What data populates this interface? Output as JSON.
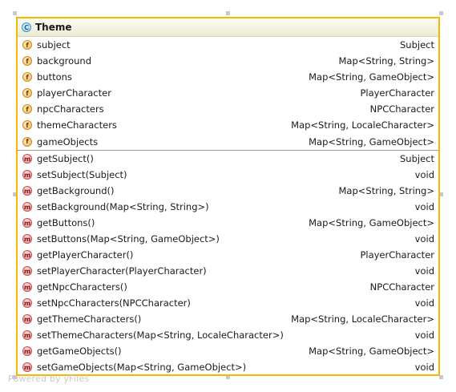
{
  "class": {
    "stereotype_icon": "C",
    "name": "Theme",
    "field_icon": "f",
    "method_icon": "m",
    "fields": [
      {
        "name": "subject",
        "type": "Subject"
      },
      {
        "name": "background",
        "type": "Map<String, String>"
      },
      {
        "name": "buttons",
        "type": "Map<String, GameObject>"
      },
      {
        "name": "playerCharacter",
        "type": "PlayerCharacter"
      },
      {
        "name": "npcCharacters",
        "type": "NPCCharacter"
      },
      {
        "name": "themeCharacters",
        "type": "Map<String, LocaleCharacter>"
      },
      {
        "name": "gameObjects",
        "type": "Map<String, GameObject>"
      }
    ],
    "methods": [
      {
        "name": "getSubject()",
        "type": "Subject"
      },
      {
        "name": "setSubject(Subject)",
        "type": "void"
      },
      {
        "name": "getBackground()",
        "type": "Map<String, String>"
      },
      {
        "name": "setBackground(Map<String, String>)",
        "type": "void"
      },
      {
        "name": "getButtons()",
        "type": "Map<String, GameObject>"
      },
      {
        "name": "setButtons(Map<String, GameObject>)",
        "type": "void"
      },
      {
        "name": "getPlayerCharacter()",
        "type": "PlayerCharacter"
      },
      {
        "name": "setPlayerCharacter(PlayerCharacter)",
        "type": "void"
      },
      {
        "name": "getNpcCharacters()",
        "type": "NPCCharacter"
      },
      {
        "name": "setNpcCharacters(NPCCharacter)",
        "type": "void"
      },
      {
        "name": "getThemeCharacters()",
        "type": "Map<String, LocaleCharacter>"
      },
      {
        "name": "setThemeCharacters(Map<String, LocaleCharacter>)",
        "type": "void"
      },
      {
        "name": "getGameObjects()",
        "type": "Map<String, GameObject>"
      },
      {
        "name": "setGameObjects(Map<String, GameObject>)",
        "type": "void"
      }
    ]
  },
  "watermark": "Powered by yFiles",
  "colors": {
    "border": "#f5b800",
    "field_icon": "#f1b355",
    "method_icon": "#ee8f8f",
    "class_icon": "#8fcff3"
  }
}
